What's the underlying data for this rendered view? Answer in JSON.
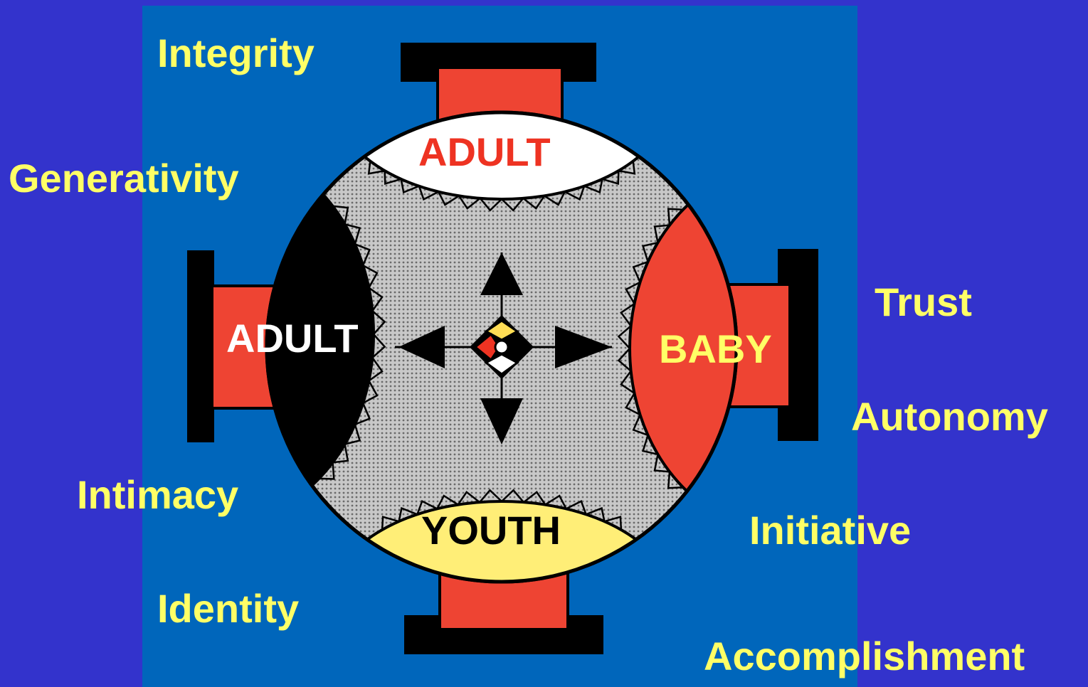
{
  "stages": {
    "integrity": "Integrity",
    "generativity": "Generativity",
    "intimacy": "Intimacy",
    "identity": "Identity",
    "trust": "Trust",
    "autonomy": "Autonomy",
    "initiative": "Initiative",
    "accomplishment": "Accomplishment"
  },
  "quadrants": {
    "top": "ADULT",
    "left": "ADULT",
    "right": "BABY",
    "bottom": "YOUTH"
  },
  "colors": {
    "slide_background": "#3333cc",
    "panel_background": "#0066bb",
    "stage_text": "#ffff66",
    "red": "#ee4433",
    "black": "#000000",
    "white": "#ffffff",
    "yellow": "#ffee77"
  }
}
